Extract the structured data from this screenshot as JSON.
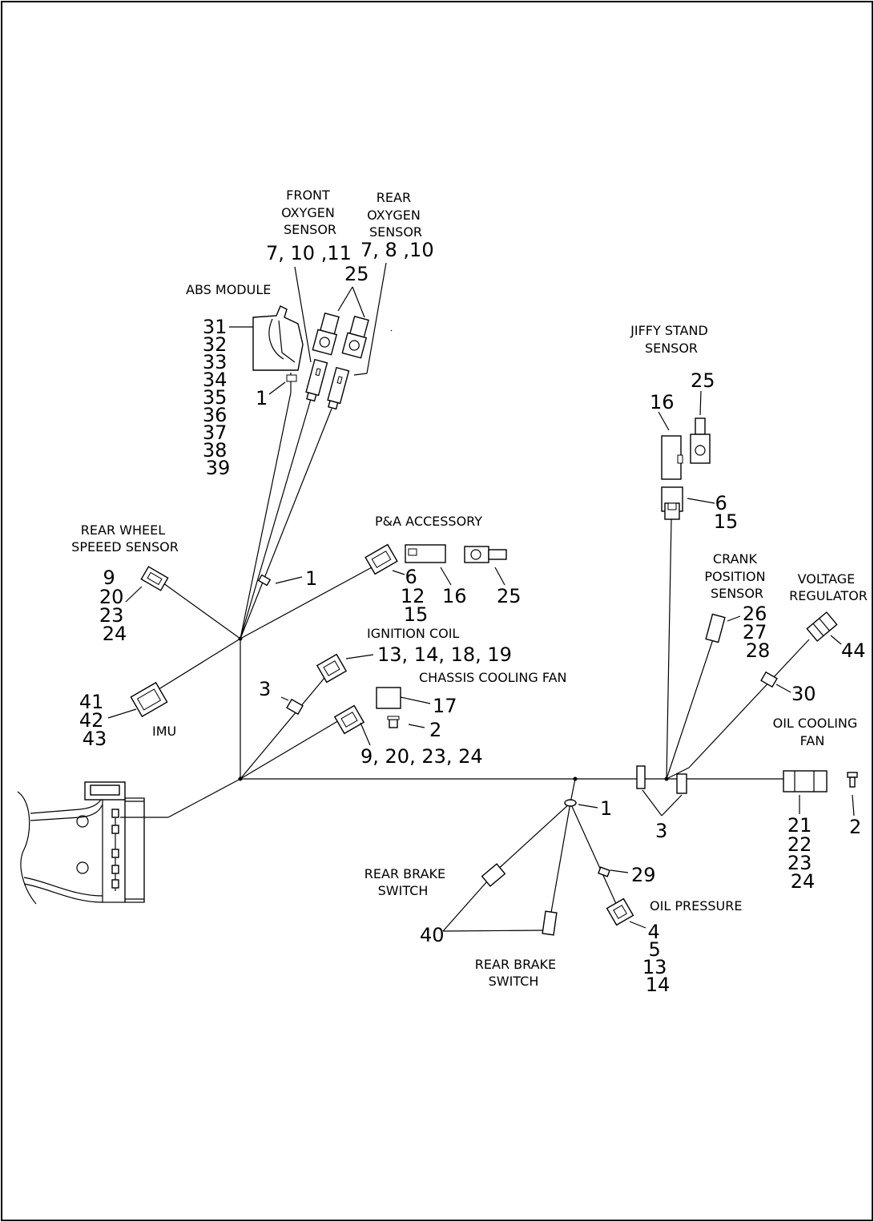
{
  "labels": {
    "front_o2": [
      "FRONT",
      "OXYGEN",
      "SENSOR"
    ],
    "rear_o2": [
      "REAR",
      "OXYGEN",
      "SENSOR"
    ],
    "abs": "ABS MODULE",
    "jiffy": [
      "JIFFY STAND",
      "SENSOR"
    ],
    "rear_wheel": [
      "REAR WHEEL",
      "SPEEED SENSOR"
    ],
    "pa": "P&A ACCESSORY",
    "crank": [
      "CRANK",
      "POSITION",
      "SENSOR"
    ],
    "voltage": [
      "VOLTAGE",
      "REGULATOR"
    ],
    "ignition": "IGNITION COIL",
    "chassis_fan": "CHASSIS COOLING FAN",
    "imu": "IMU",
    "oil_fan": [
      "OIL COOLING",
      "FAN"
    ],
    "rear_brake_1": [
      "REAR BRAKE",
      "SWITCH"
    ],
    "rear_brake_2": [
      "REAR BRAKE",
      "SWITCH"
    ],
    "oil_pressure": "OIL PRESSURE"
  },
  "callouts": {
    "front_o2_refs": "7, 10 ,11",
    "rear_o2_refs": "7, 8 ,10",
    "o2_common": "25",
    "abs_refs": [
      "31",
      "32",
      "33",
      "34",
      "35",
      "36",
      "37",
      "38",
      "39"
    ],
    "abs_one": "1",
    "jiffy_16": "16",
    "jiffy_25": "25",
    "jiffy_conn": [
      "6",
      "15"
    ],
    "rear_wheel_refs": [
      "9",
      "20",
      "23",
      "24"
    ],
    "mid_one": "1",
    "pa_conn": [
      "6",
      "12",
      "15"
    ],
    "pa_16": "16",
    "pa_25": "25",
    "crank_refs": [
      "26",
      "27",
      "28"
    ],
    "voltage_44": "44",
    "voltage_30": "30",
    "ignition_refs": "13, 14, 18, 19",
    "ign_three": "3",
    "chassis_17": "17",
    "chassis_2": "2",
    "chassis_conn": "9, 20, 23, 24",
    "imu_refs": [
      "41",
      "42",
      "43"
    ],
    "oil_fan_refs": [
      "21",
      "22",
      "23",
      "24"
    ],
    "oil_fan_2": "2",
    "bottom_three": "3",
    "branch_one": "1",
    "oil_29": "29",
    "brake_40": "40",
    "oil_pressure_refs": [
      "4",
      "5",
      "13",
      "14"
    ]
  }
}
